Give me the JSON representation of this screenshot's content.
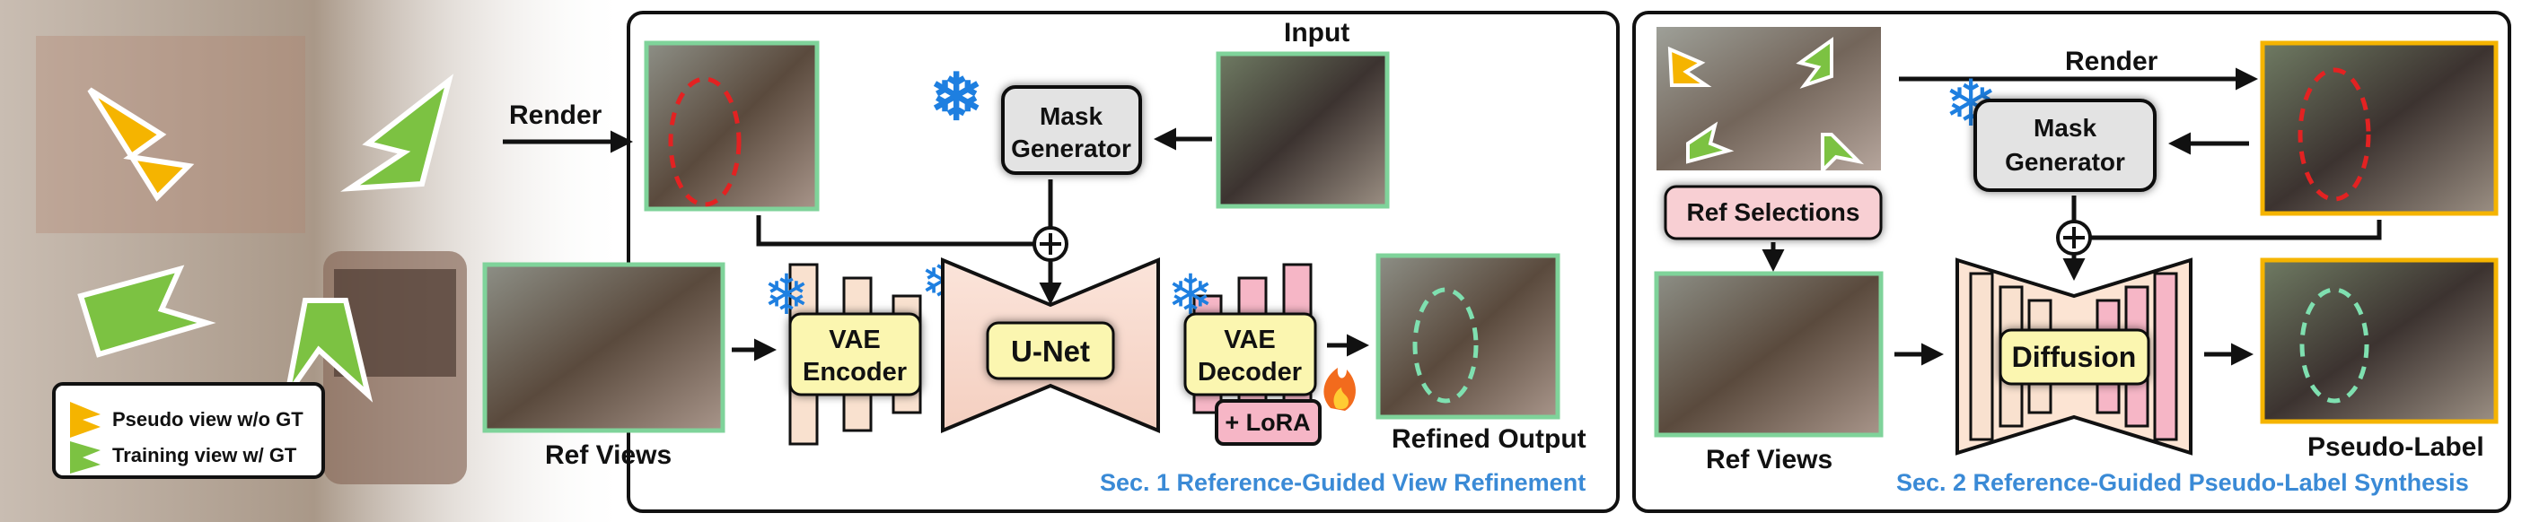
{
  "section1": {
    "caption": "Sec. 1 Reference-Guided View Refinement",
    "render_label": "Render",
    "input_label": "Input",
    "mask_generator": [
      "Mask",
      "Generator"
    ],
    "vae_encoder": [
      "VAE",
      "Encoder"
    ],
    "unet": "U-Net",
    "vae_decoder": [
      "VAE",
      "Decoder"
    ],
    "lora": "+ LoRA",
    "ref_views": "Ref Views",
    "refined_output": "Refined Output"
  },
  "section2": {
    "caption": "Sec. 2 Reference-Guided Pseudo-Label Synthesis",
    "render_label": "Render",
    "mask_generator": [
      "Mask",
      "Generator"
    ],
    "ref_selections": "Ref Selections",
    "diffusion": "Diffusion",
    "ref_views": "Ref Views",
    "pseudo_label": "Pseudo-Label"
  },
  "legend": {
    "items": [
      {
        "label": "Pseudo view w/o GT",
        "color": "#f5b400"
      },
      {
        "label": "Training view w/ GT",
        "color": "#7cc242"
      }
    ]
  },
  "icons": [
    "snowflake-icon",
    "fire-icon",
    "plus-circle-icon"
  ],
  "colors": {
    "green_frame": "#7fd39a",
    "yellow_frame": "#f5b400",
    "mask_box": "#e3e3e3",
    "vae_box": "#fbf6b0",
    "unet_fill": "#f8dccf",
    "pink_bar": "#f6b6c6",
    "ref_sel_box": "#f8cfd3",
    "caption_blue": "#3a8ad6",
    "snowflake": "#1e7fe0"
  }
}
